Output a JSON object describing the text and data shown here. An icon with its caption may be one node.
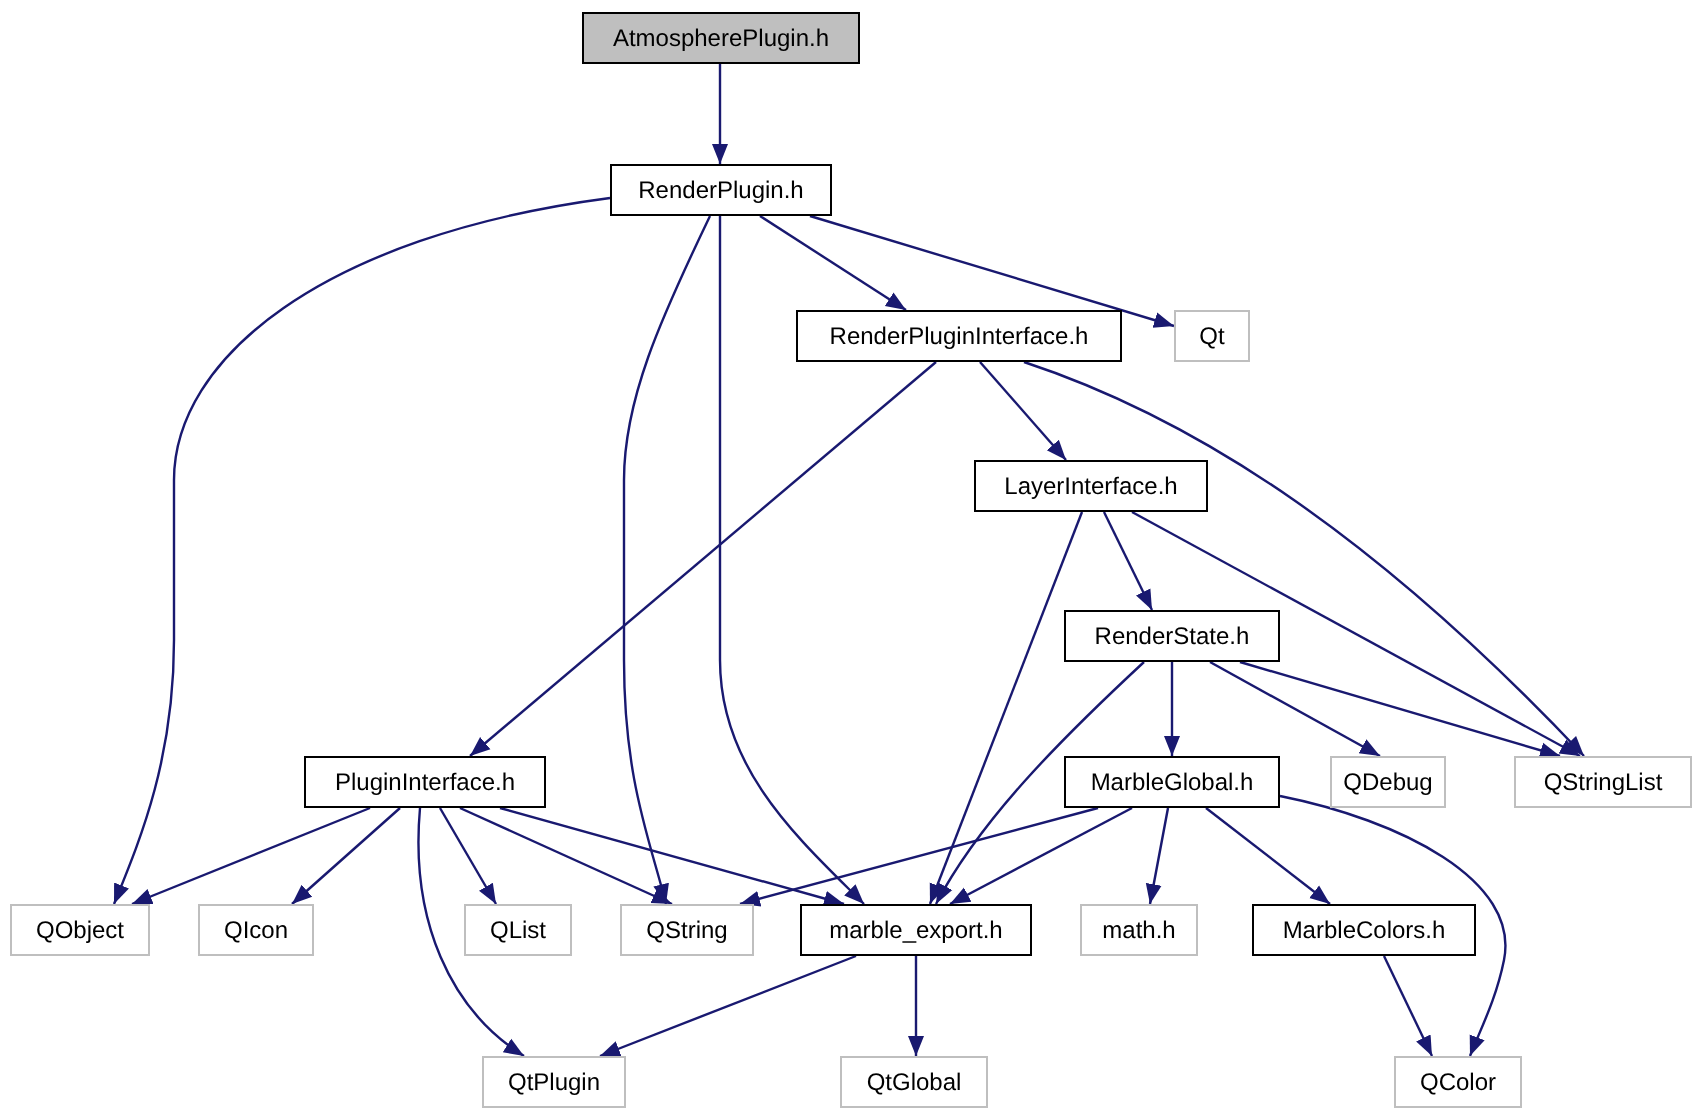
{
  "diagram": {
    "nodes": [
      {
        "text": [
          "AtmospherePlugin.h"
        ]
      },
      {
        "text": [
          "RenderPlugin.h"
        ]
      },
      {
        "text": [
          "RenderPluginInterface.h"
        ]
      },
      {
        "text": [
          "Qt"
        ]
      },
      {
        "text": [
          "LayerInterface.h"
        ]
      },
      {
        "text": [
          "RenderState.h"
        ]
      },
      {
        "text": [
          "PluginInterface.h"
        ]
      },
      {
        "text": [
          "MarbleGlobal.h"
        ]
      },
      {
        "text": [
          "QDebug"
        ]
      },
      {
        "text": [
          "QStringList"
        ]
      },
      {
        "text": [
          "QObject"
        ]
      },
      {
        "text": [
          "QIcon"
        ]
      },
      {
        "text": [
          "QList"
        ]
      },
      {
        "text": [
          "QString"
        ]
      },
      {
        "text": [
          "marble_export.h"
        ]
      },
      {
        "text": [
          "math.h"
        ]
      },
      {
        "text": [
          "MarbleColors.h"
        ]
      },
      {
        "text": [
          "QtPlugin"
        ]
      },
      {
        "text": [
          "QtGlobal"
        ]
      },
      {
        "text": [
          "QColor"
        ]
      }
    ],
    "edges": [
      {
        "from": 0,
        "to": 1,
        "arrow": "to"
      },
      {
        "from": 1,
        "to": 2,
        "arrow": "to"
      },
      {
        "from": 1,
        "to": 3,
        "arrow": "to"
      },
      {
        "from": 1,
        "to": 10,
        "arrow": "to"
      },
      {
        "from": 1,
        "to": 13,
        "arrow": "to"
      },
      {
        "from": 1,
        "to": 14,
        "arrow": "to"
      },
      {
        "from": 2,
        "to": 6,
        "arrow": "to"
      },
      {
        "from": 2,
        "to": 4,
        "arrow": "to"
      },
      {
        "from": 2,
        "to": 9,
        "arrow": "to"
      },
      {
        "from": 4,
        "to": 14,
        "arrow": "to"
      },
      {
        "from": 4,
        "to": 5,
        "arrow": "to"
      },
      {
        "from": 4,
        "to": 9,
        "arrow": "to"
      },
      {
        "from": 5,
        "to": 14,
        "arrow": "to"
      },
      {
        "from": 5,
        "to": 7,
        "arrow": "to"
      },
      {
        "from": 5,
        "to": 8,
        "arrow": "to"
      },
      {
        "from": 5,
        "to": 9,
        "arrow": "to"
      },
      {
        "from": 6,
        "to": 10,
        "arrow": "to"
      },
      {
        "from": 6,
        "to": 11,
        "arrow": "to"
      },
      {
        "from": 6,
        "to": 17,
        "arrow": "to"
      },
      {
        "from": 6,
        "to": 12,
        "arrow": "to"
      },
      {
        "from": 6,
        "to": 13,
        "arrow": "to"
      },
      {
        "from": 6,
        "to": 14,
        "arrow": "to"
      },
      {
        "from": 7,
        "to": 13,
        "arrow": "to"
      },
      {
        "from": 7,
        "to": 14,
        "arrow": "to"
      },
      {
        "from": 7,
        "to": 15,
        "arrow": "to"
      },
      {
        "from": 7,
        "to": 16,
        "arrow": "to"
      },
      {
        "from": 7,
        "to": 19,
        "arrow": "to"
      },
      {
        "from": 14,
        "to": 17,
        "arrow": "to"
      },
      {
        "from": 14,
        "to": 18,
        "arrow": "to"
      },
      {
        "from": 16,
        "to": 19,
        "arrow": "to"
      }
    ]
  }
}
